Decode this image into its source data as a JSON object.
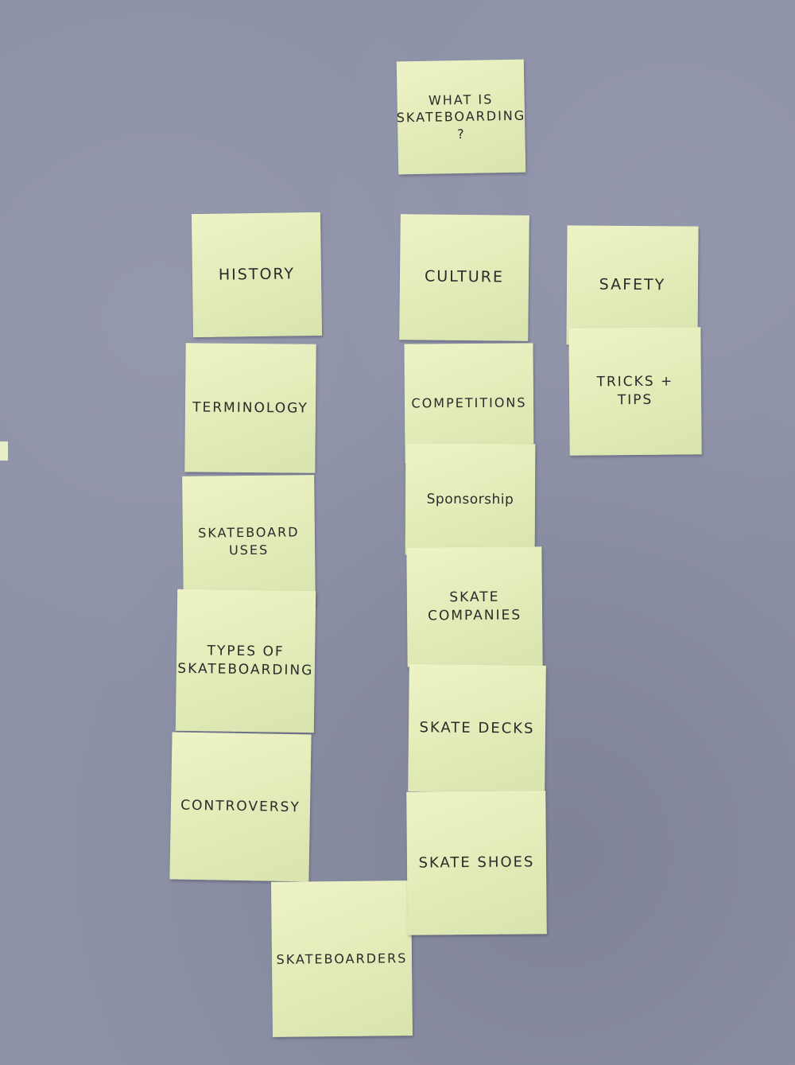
{
  "board": {
    "center_top": "What is\nSkateboarding\n?",
    "left_column": [
      "History",
      "Terminology",
      "Skateboard\nuses",
      "Types of\nSkateboarding",
      "Controversy",
      "Skateboarders"
    ],
    "center_column": [
      "Culture",
      "Competitions",
      "Sponsorship",
      "Skate\nCompanies",
      "Skate Decks",
      "Skate Shoes"
    ],
    "right_column": [
      "Safety",
      "Tricks +\nTips"
    ]
  },
  "colors": {
    "desk": "#8e92a8",
    "sticky_note": "#e6edbd",
    "ink": "#2b2b2b"
  }
}
